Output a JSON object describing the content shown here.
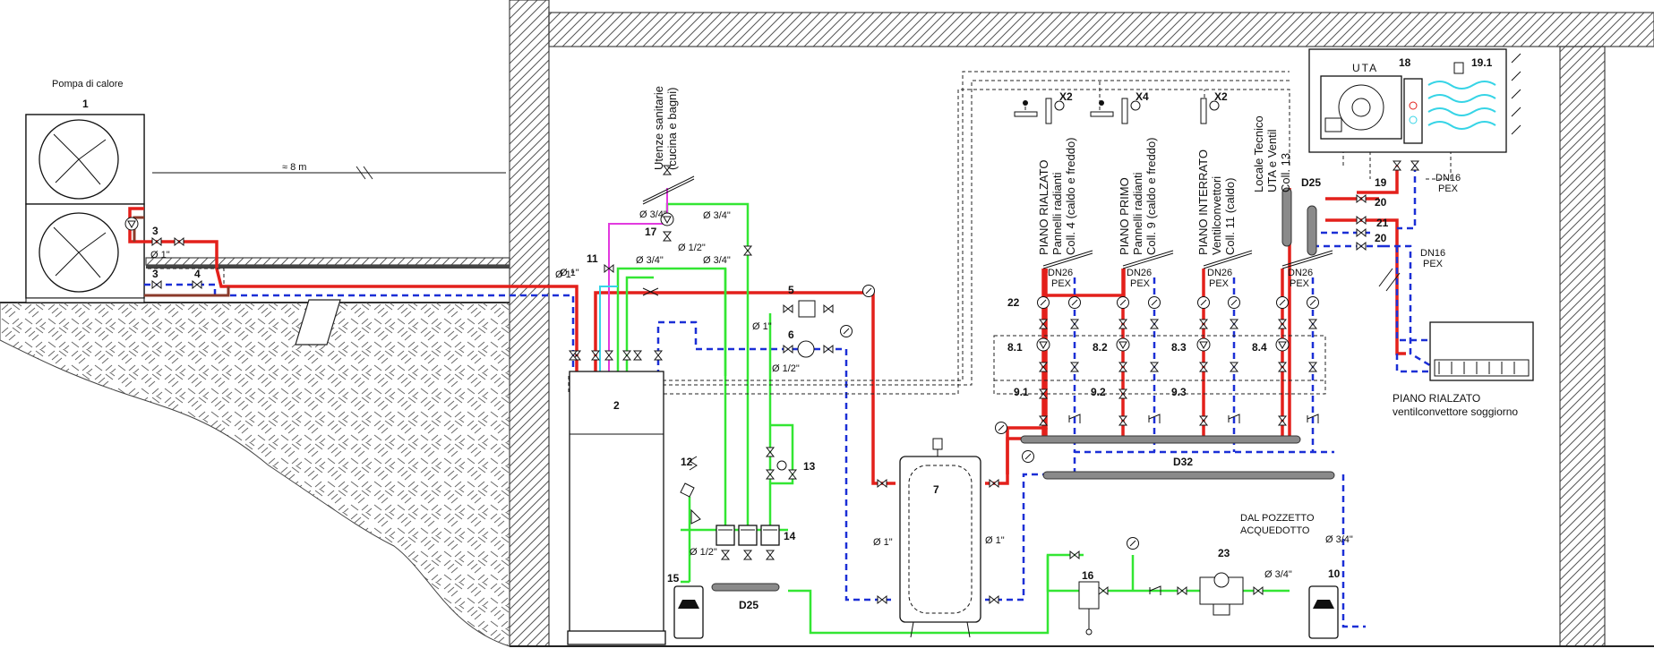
{
  "heat_pump": {
    "title": "Pompa di calore",
    "num": "1"
  },
  "distance_label": "≈ 8 m",
  "dim": {
    "d1": "Ø 1\"",
    "d1b": "Ø 1\"",
    "d34": "Ø 3/4\"",
    "d12": "Ø 1/2\"",
    "d34b": "Ø 3/4\"",
    "d34c": "Ø 3/4\"",
    "d34d": "Ø 3/4\"",
    "d1c": "Ø 1\"",
    "d12b": "Ø 1/2\"",
    "d12c": "Ø 1/2\"",
    "d1d": "Ø 1\"",
    "d1e": "Ø 1\"",
    "d34e": "Ø 3/4\"",
    "d34f": "Ø 3/4\"",
    "d1f": "Ø 1\""
  },
  "sanitary": {
    "line1": "Utenze sanitarie",
    "line2": "(cucina e bagni)"
  },
  "zones": [
    {
      "l1": "PIANO RIALZATO",
      "l2": "Pannelli radianti",
      "l3": "Coll. 4 (caldo e freddo)",
      "x": "X2"
    },
    {
      "l1": "PIANO PRIMO",
      "l2": "Pannelli radianti",
      "l3": "Coll. 9 (caldo e freddo)",
      "x": "X4"
    },
    {
      "l1": "PIANO INTERRATO",
      "l2": "Ventilconvettori",
      "l3": "Coll. 11 (caldo)",
      "x": "X2"
    },
    {
      "l1": "Locale Tecnico",
      "l2": "UTA e Ventil",
      "l3": "Coll. 13",
      "x": ""
    }
  ],
  "pipe_spec": {
    "dn26": "DN26",
    "pex": "PEX",
    "dn16": "DN16"
  },
  "uta": {
    "title": "UTA",
    "num18": "18",
    "num191": "19.1",
    "num19": "19",
    "num20a": "20",
    "num21": "21",
    "num20b": "20"
  },
  "labels": {
    "n2": "2",
    "n3a": "3",
    "n3b": "3",
    "n4": "4",
    "n5": "5",
    "n6": "6",
    "n7": "7",
    "n10": "10",
    "n11": "11",
    "n12": "12",
    "n13": "13",
    "n14": "14",
    "n15": "15",
    "n16": "16",
    "n17": "17",
    "n22": "22",
    "n23": "23",
    "n81": "8.1",
    "n82": "8.2",
    "n83": "8.3",
    "n84": "8.4",
    "n91": "9.1",
    "n92": "9.2",
    "n93": "9.3",
    "d25a": "D25",
    "d25b": "D25",
    "d32": "D32"
  },
  "fancoil": {
    "l1": "PIANO RIALZATO",
    "l2": "ventilconvettore soggiorno"
  },
  "aqueduct": {
    "l1": "DAL POZZETTO",
    "l2": "ACQUEDOTTO"
  },
  "colors": {
    "hot": "#e3201b",
    "cold": "#1b2fd6",
    "green": "#33e633",
    "brown": "#8b3a2a",
    "magenta": "#e23adf",
    "cyan": "#36d4e6"
  }
}
